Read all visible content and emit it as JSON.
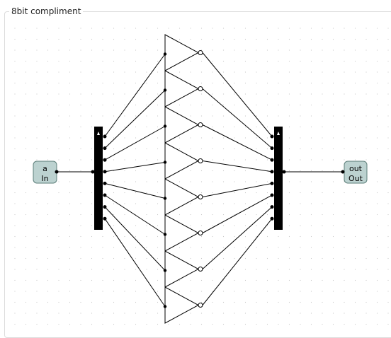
{
  "group": {
    "title": "8bit compliment"
  },
  "input_pin": {
    "name": "a",
    "type": "In"
  },
  "output_pin": {
    "name": "out",
    "type": "Out"
  },
  "inverter_count": 8,
  "colors": {
    "wire": "#000000",
    "pin_fill": "#bcd2d0",
    "pin_border": "#5d7f7a",
    "bus": "#000000",
    "grid_dot": "#c9c9c9",
    "frame_border": "#dcdcdc"
  }
}
